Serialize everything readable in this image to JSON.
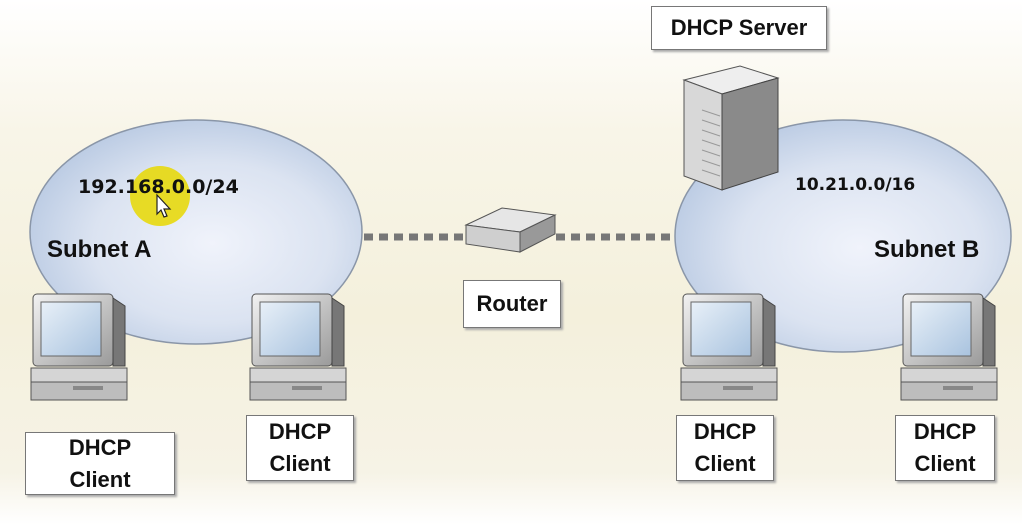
{
  "subnet_a": {
    "name": "Subnet A",
    "network": "192.168.0.0/24"
  },
  "subnet_b": {
    "name": "Subnet B",
    "network": "10.21.0.0/16"
  },
  "server": {
    "label": "DHCP Server"
  },
  "router": {
    "label": "Router"
  },
  "clients": [
    {
      "label": "DHCP Client"
    },
    {
      "label": "DHCP Client"
    },
    {
      "label": "DHCP Client"
    },
    {
      "label": "DHCP Client"
    }
  ],
  "colors": {
    "subnet_fill": "#c3d3e8",
    "highlight": "#e8d800",
    "link": "#777777"
  },
  "cursor": {
    "icon": "pointer-arrow-icon"
  }
}
